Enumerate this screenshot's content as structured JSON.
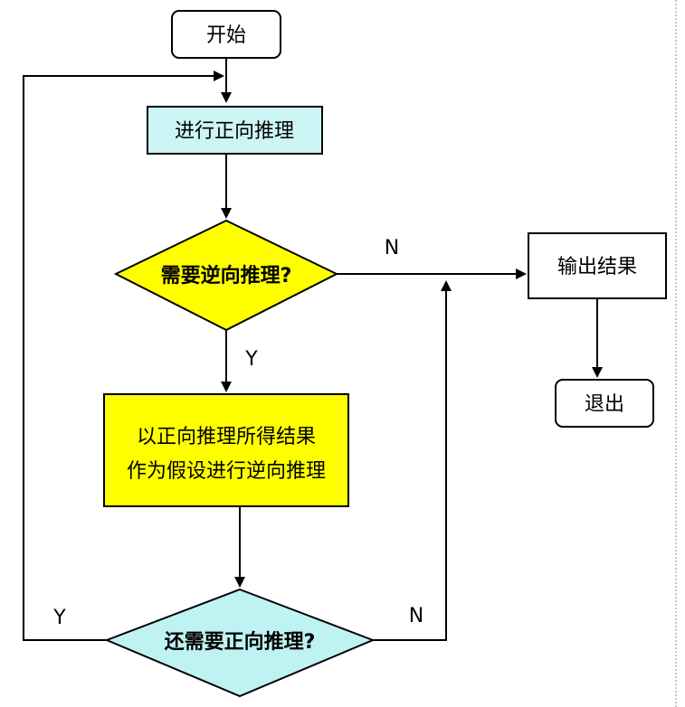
{
  "nodes": {
    "start": {
      "label": "开始"
    },
    "forward": {
      "label": "进行正向推理"
    },
    "need_backward": {
      "label": "需要逆向推理?"
    },
    "assume": {
      "label_line1": "以正向推理所得结果",
      "label_line2": "作为假设进行逆向推理"
    },
    "need_forward_again": {
      "label": "还需要正向推理?"
    },
    "output": {
      "label": "输出结果"
    },
    "exit": {
      "label": "退出"
    }
  },
  "edges": {
    "need_backward_no": "N",
    "need_backward_yes": "Y",
    "again_yes": "Y",
    "again_no": "N"
  },
  "colors": {
    "cyan_fill": "#ccf5f5",
    "yellow_fill": "#ffff00",
    "lightcyan_fill": "#bff2f2",
    "stroke": "#000000",
    "panel_stroke": "#b0b0b0"
  }
}
